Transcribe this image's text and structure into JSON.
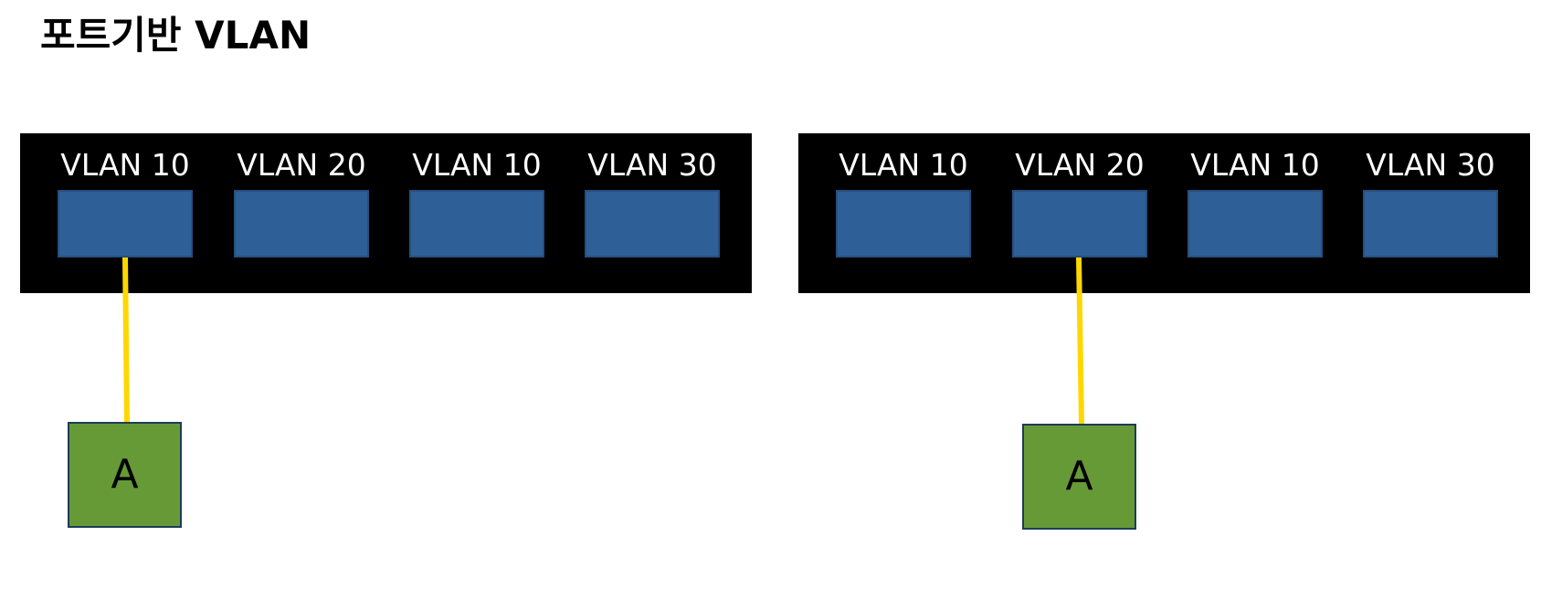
{
  "title": "포트기반 VLAN",
  "switches": [
    {
      "ports": [
        {
          "label": "VLAN 10"
        },
        {
          "label": "VLAN 20"
        },
        {
          "label": "VLAN 10"
        },
        {
          "label": "VLAN 30"
        }
      ],
      "host": {
        "label": "A",
        "connected_port": 1
      }
    },
    {
      "ports": [
        {
          "label": "VLAN 10"
        },
        {
          "label": "VLAN 20"
        },
        {
          "label": "VLAN 10"
        },
        {
          "label": "VLAN 30"
        }
      ],
      "host": {
        "label": "A",
        "connected_port": 2
      }
    }
  ],
  "colors": {
    "switch_body": "#000000",
    "port": "#2f5f97",
    "cable": "#ffd700",
    "host": "#659a36"
  }
}
